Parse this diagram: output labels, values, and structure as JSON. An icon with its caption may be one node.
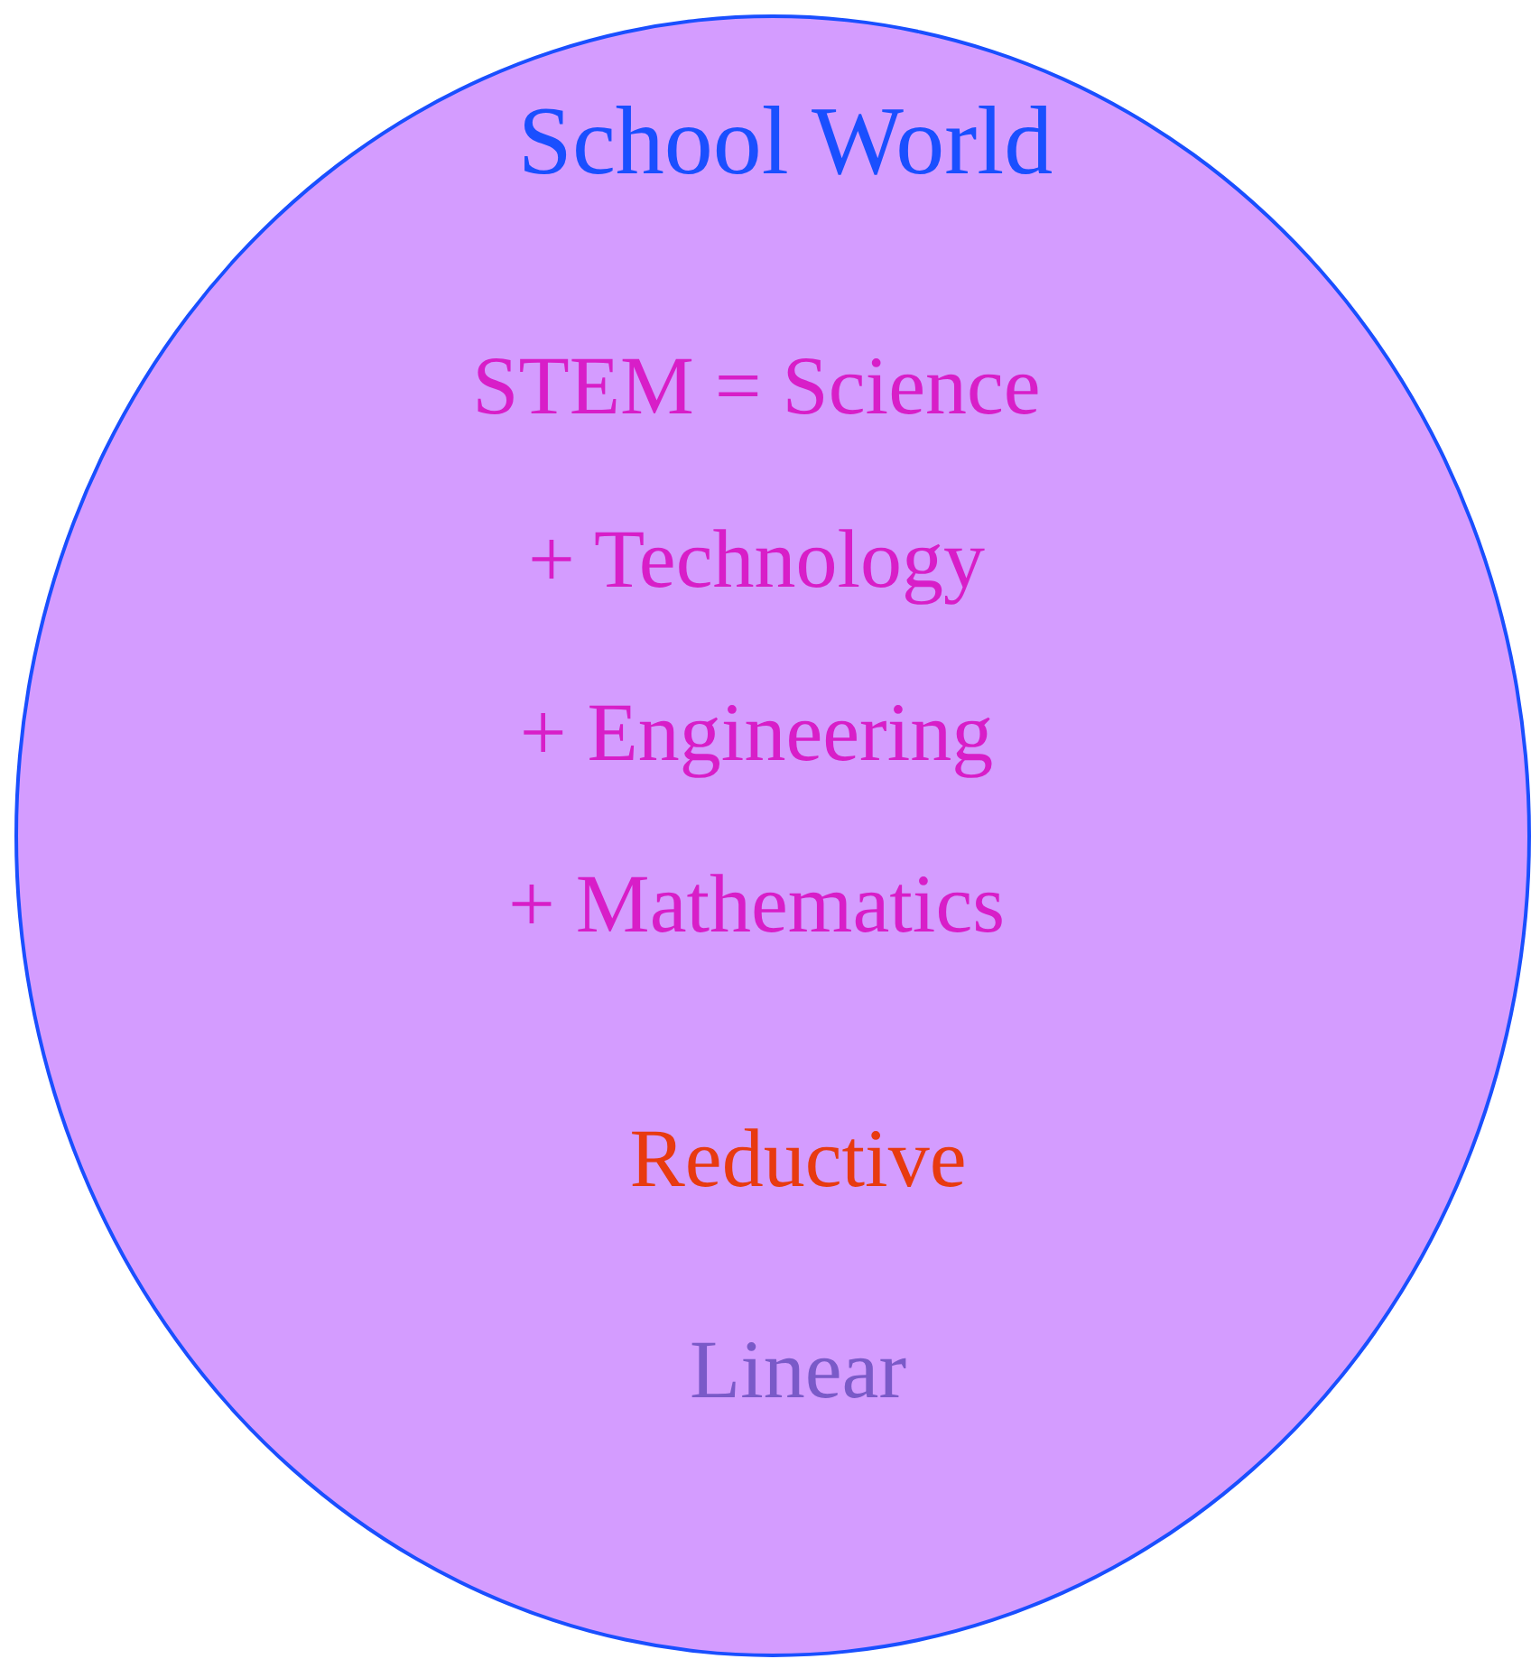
{
  "diagram": {
    "nodes": [
      {
        "text": [
          "School World",
          "STEM = Science",
          "+ Technology",
          "+ Engineering",
          "+ Mathematics",
          "Reductive",
          "Linear"
        ]
      }
    ]
  }
}
